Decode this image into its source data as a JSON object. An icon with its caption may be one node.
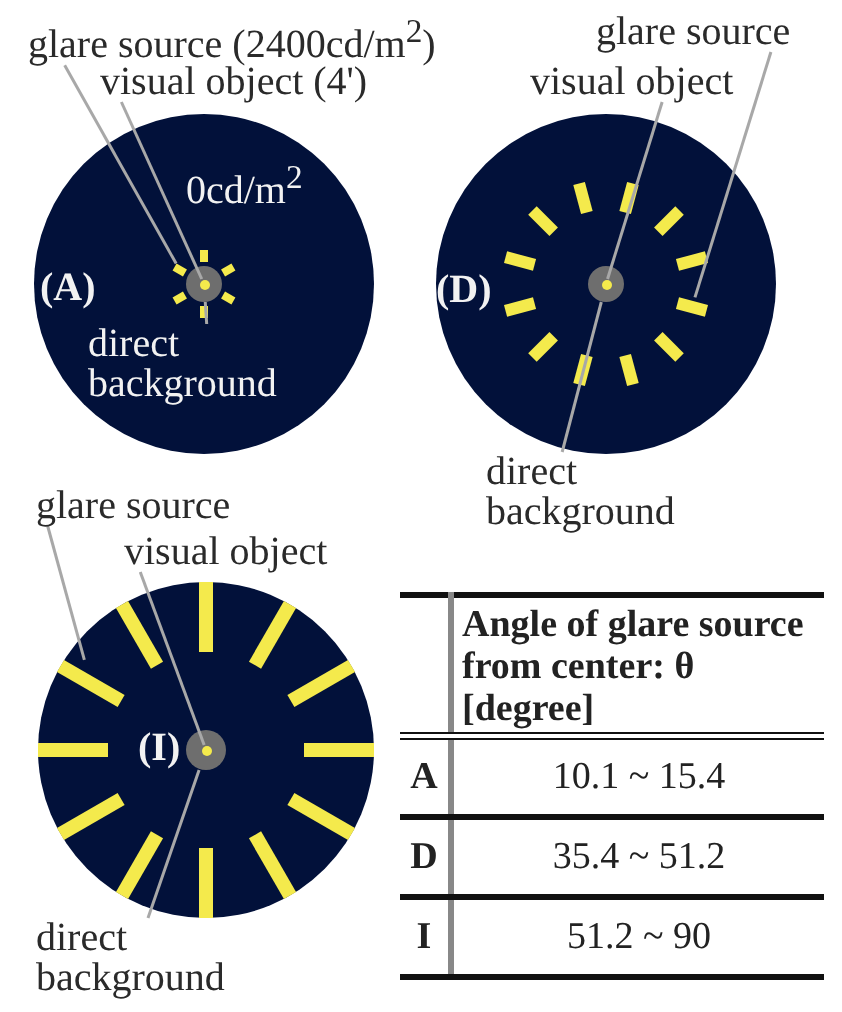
{
  "diagram": {
    "nodes": [
      {
        "text": [
          "glare source (2400cd/m$^{2}$)"
        ]
      },
      {
        "text": [
          "visual object (4')"
        ]
      },
      {
        "text": [
          "(A)",
          "0cd/m$^{2}$"
        ]
      },
      {
        "text": [],
        "shape": "bar",
        "in": 2
      },
      {
        "text": [],
        "shape": "circle",
        "in": 2
      },
      {
        "text": [],
        "shape": "circle",
        "in": 4
      },
      {
        "text": [
          "direct background"
        ],
        "in": 2
      },
      {
        "text": [
          "glare source"
        ]
      },
      {
        "text": [
          "visual object"
        ]
      },
      {
        "text": [
          "(D)"
        ]
      },
      {
        "text": [],
        "shape": "bar",
        "in": 9
      },
      {
        "text": [],
        "shape": "circle",
        "in": 9
      },
      {
        "text": [],
        "shape": "circle",
        "in": 11
      },
      {
        "text": [
          "direct background"
        ]
      },
      {
        "text": [
          "glare source"
        ]
      },
      {
        "text": [
          "visual object"
        ]
      },
      {
        "text": [
          "(I)"
        ]
      },
      {
        "text": [],
        "shape": "bar",
        "in": 16
      },
      {
        "text": [],
        "shape": "circle",
        "in": 16
      },
      {
        "text": [],
        "shape": "circle",
        "in": 18
      },
      {
        "text": [
          "direct background"
        ]
      }
    ],
    "edges": [
      {
        "from": 0,
        "to": 3,
        "arrow": "none"
      },
      {
        "from": 1,
        "to": 5,
        "arrow": "none"
      },
      {
        "from": 6,
        "to": 4,
        "arrow": "none"
      },
      {
        "from": 7,
        "to": 10,
        "arrow": "none"
      },
      {
        "from": 8,
        "to": 12,
        "arrow": "none"
      },
      {
        "from": 13,
        "to": 11,
        "arrow": "none"
      },
      {
        "from": 14,
        "to": 17,
        "arrow": "none"
      },
      {
        "from": 15,
        "to": 19,
        "arrow": "none"
      },
      {
        "from": 20,
        "to": 18,
        "arrow": "none"
      }
    ],
    "labels": [
      "Angle of glare source from center: θ [degree]",
      "A",
      "10.1 ~ 15.4",
      "D",
      "35.4 ~ 51.2",
      "I",
      "51.2 ~ 90"
    ]
  }
}
